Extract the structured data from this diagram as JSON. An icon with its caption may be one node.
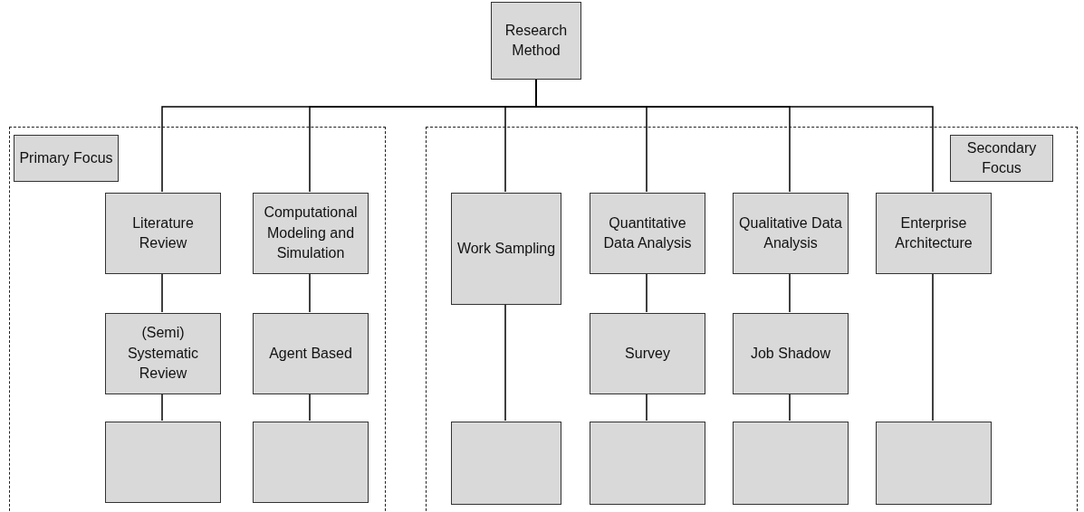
{
  "diagram": {
    "nodes": [
      {
        "text": [
          "Research Method"
        ]
      },
      {
        "text": [],
        "shape": "box"
      },
      {
        "text": [
          "Primary Focus"
        ],
        "in": 1
      },
      {
        "text": [
          "Literature Review"
        ],
        "in": 1
      },
      {
        "text": [
          "Computational Modeling and Simulation"
        ],
        "in": 1
      },
      {
        "text": [
          "(Semi) Systematic Review"
        ],
        "in": 1
      },
      {
        "text": [
          "Agent Based"
        ],
        "in": 1
      },
      {
        "text": [],
        "shape": "box",
        "in": 1
      },
      {
        "text": [],
        "shape": "box",
        "in": 1
      },
      {
        "text": [],
        "shape": "box"
      },
      {
        "text": [
          "Secondary Focus"
        ],
        "in": 9
      },
      {
        "text": [
          "Work Sampling"
        ],
        "in": 9
      },
      {
        "text": [
          "Quantitative Data Analysis"
        ],
        "in": 9
      },
      {
        "text": [
          "Qualitative Data Analysis"
        ],
        "in": 9
      },
      {
        "text": [
          "Enterprise Architecture"
        ],
        "in": 9
      },
      {
        "text": [
          "Survey"
        ],
        "in": 9
      },
      {
        "text": [
          "Job Shadow"
        ],
        "in": 9
      },
      {
        "text": [],
        "shape": "box",
        "in": 9
      },
      {
        "text": [],
        "shape": "box",
        "in": 9
      },
      {
        "text": [],
        "shape": "box",
        "in": 9
      },
      {
        "text": [],
        "shape": "box",
        "in": 9
      }
    ],
    "edges": [
      {
        "from": 0,
        "to": 3,
        "arrow": "none"
      },
      {
        "from": 0,
        "to": 4,
        "arrow": "none"
      },
      {
        "from": 0,
        "to": 11,
        "arrow": "none"
      },
      {
        "from": 0,
        "to": 12,
        "arrow": "none"
      },
      {
        "from": 0,
        "to": 13,
        "arrow": "none"
      },
      {
        "from": 0,
        "to": 14,
        "arrow": "none"
      },
      {
        "from": 3,
        "to": 5,
        "arrow": "none"
      },
      {
        "from": 5,
        "to": 7,
        "arrow": "none"
      },
      {
        "from": 4,
        "to": 6,
        "arrow": "none"
      },
      {
        "from": 6,
        "to": 8,
        "arrow": "none"
      },
      {
        "from": 11,
        "to": 17,
        "arrow": "none"
      },
      {
        "from": 12,
        "to": 15,
        "arrow": "none"
      },
      {
        "from": 15,
        "to": 18,
        "arrow": "none"
      },
      {
        "from": 13,
        "to": 16,
        "arrow": "none"
      },
      {
        "from": 16,
        "to": 19,
        "arrow": "none"
      },
      {
        "from": 14,
        "to": 20,
        "arrow": "none"
      }
    ]
  }
}
